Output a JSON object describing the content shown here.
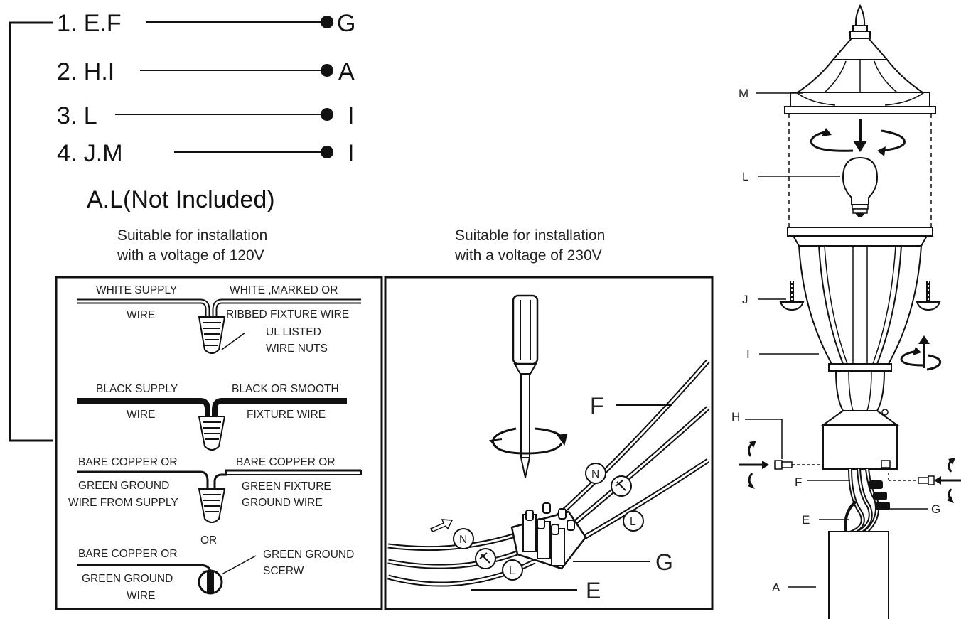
{
  "steps": [
    {
      "text": "1. E.F",
      "target": "G"
    },
    {
      "text": "2. H.I",
      "target": "A"
    },
    {
      "text": "3. L",
      "target": "I"
    },
    {
      "text": "4. J.M",
      "target": "I"
    }
  ],
  "note": "A.L(Not Included)",
  "panel120": {
    "title_line1": "Suitable for installation",
    "title_line2": "with a voltage of 120V",
    "white_supply_line1": "WHITE SUPPLY",
    "white_supply_line2": "WIRE",
    "white_fixture_line1": "WHITE ,MARKED OR",
    "white_fixture_line2": "RIBBED FIXTURE WIRE",
    "wire_nuts_line1": "UL LISTED",
    "wire_nuts_line2": "WIRE NUTS",
    "black_supply_line1": "BLACK SUPPLY",
    "black_supply_line2": "WIRE",
    "black_fixture_line1": "BLACK OR SMOOTH",
    "black_fixture_line2": "FIXTURE WIRE",
    "copper_supply_line1": "BARE COPPER OR",
    "copper_supply_line2": "GREEN GROUND",
    "copper_supply_line3": "WIRE FROM SUPPLY",
    "copper_fixture_line1": "BARE COPPER OR",
    "copper_fixture_line2": "GREEN FIXTURE",
    "copper_fixture_line3": "GROUND WIRE",
    "or_text": "OR",
    "copper_ground_line1": "BARE COPPER OR",
    "copper_ground_line2": "GREEN GROUND",
    "copper_ground_line3": "WIRE",
    "screw_line1": "GREEN GROUND",
    "screw_line2": "SCERW"
  },
  "panel230": {
    "title_line1": "Suitable for installation",
    "title_line2": "with a voltage of 230V",
    "label_f": "F",
    "label_g": "G",
    "label_e": "E",
    "terminal_n": "N",
    "terminal_l": "L"
  },
  "lamp": {
    "label_m": "M",
    "label_l": "L",
    "label_j": "J",
    "label_i": "I",
    "label_h": "H",
    "label_f": "F",
    "label_g": "G",
    "label_e": "E",
    "label_a": "A"
  },
  "colors": {
    "ink": "#111111",
    "background": "#ffffff"
  }
}
